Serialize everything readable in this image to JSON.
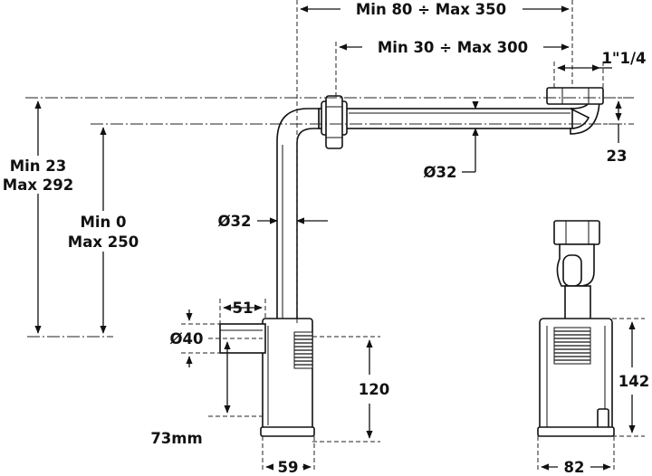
{
  "dimensions": {
    "top_span": "Min 80 ÷  Max 350",
    "second_span": "Min 30 ÷  Max 300",
    "thread_size": "1\"1/4",
    "drop_23": "23",
    "pipe_horizontal_diameter": "Ø32",
    "pipe_vertical_diameter": "Ø32",
    "left_outer_line1": "Min 23",
    "left_outer_line2": "Max 292",
    "left_inner_line1": "Min 0",
    "left_inner_line2": "Max 250",
    "outlet_length": "51",
    "outlet_diameter": "Ø40",
    "outlet_height": "73mm",
    "body_height": "120",
    "body_width": "59",
    "side_height": "142",
    "side_width": "82"
  }
}
